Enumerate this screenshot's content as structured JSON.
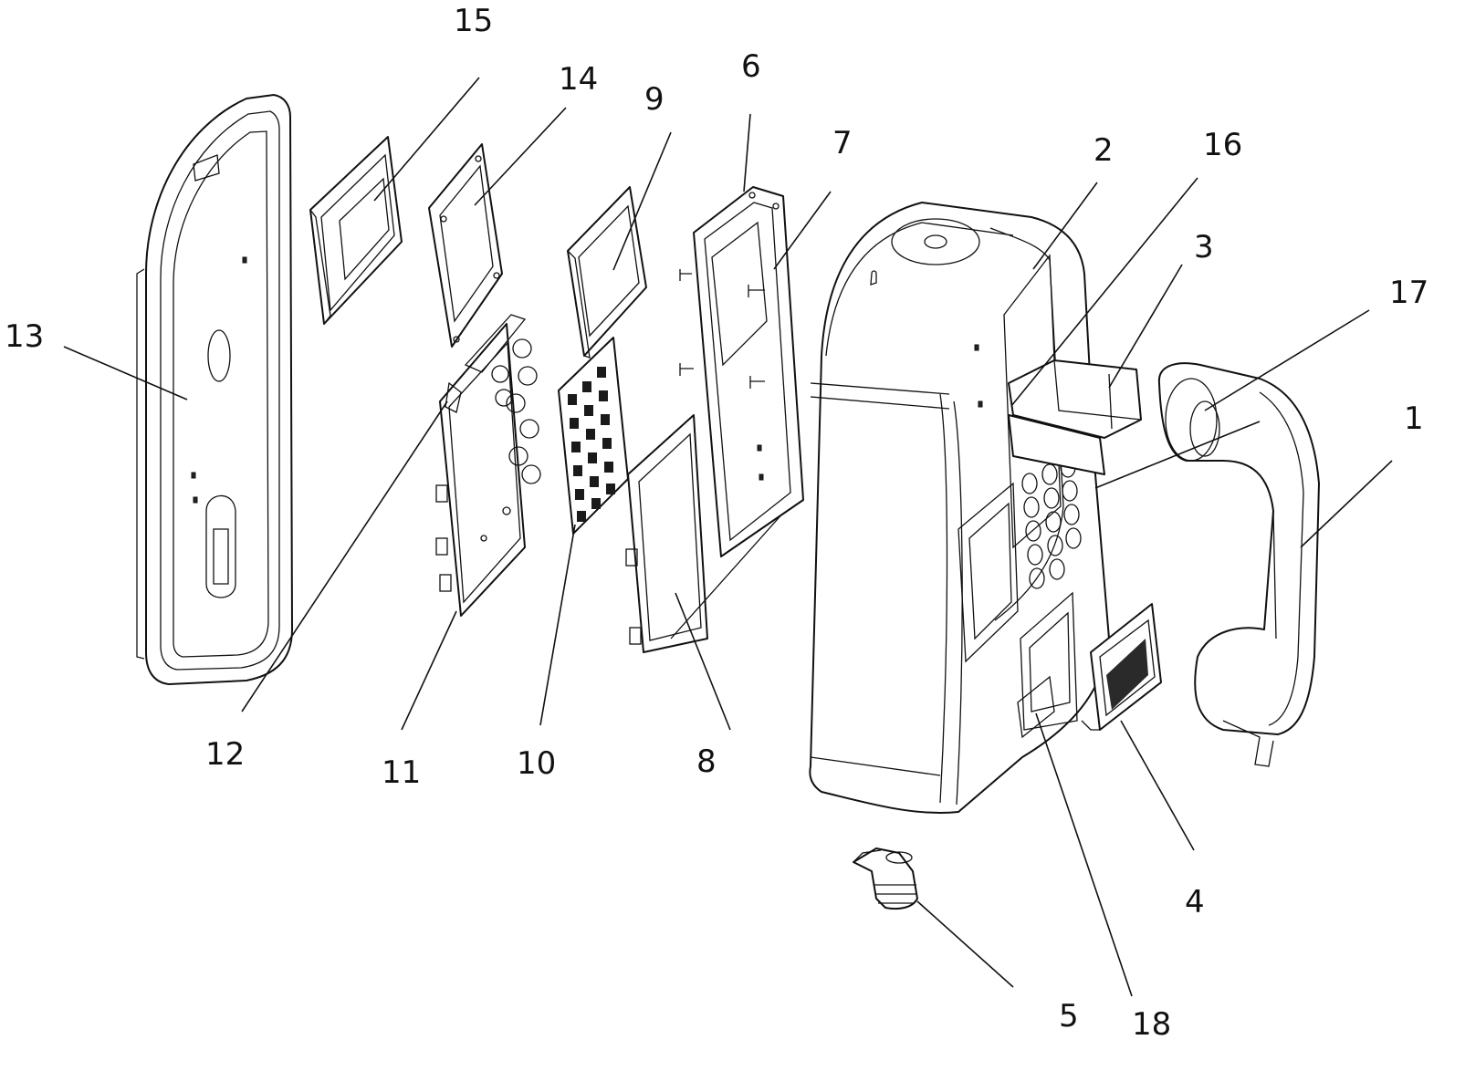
{
  "labels": {
    "l1": "1",
    "l2": "2",
    "l3": "3",
    "l4": "4",
    "l5": "5",
    "l6": "6",
    "l7": "7",
    "l8": "8",
    "l9": "9",
    "l10": "10",
    "l11": "11",
    "l12": "12",
    "l13": "13",
    "l14": "14",
    "l15": "15",
    "l16": "16",
    "l17": "17",
    "l18": "18"
  },
  "colors": {
    "line": "#111111",
    "background": "#ffffff"
  }
}
